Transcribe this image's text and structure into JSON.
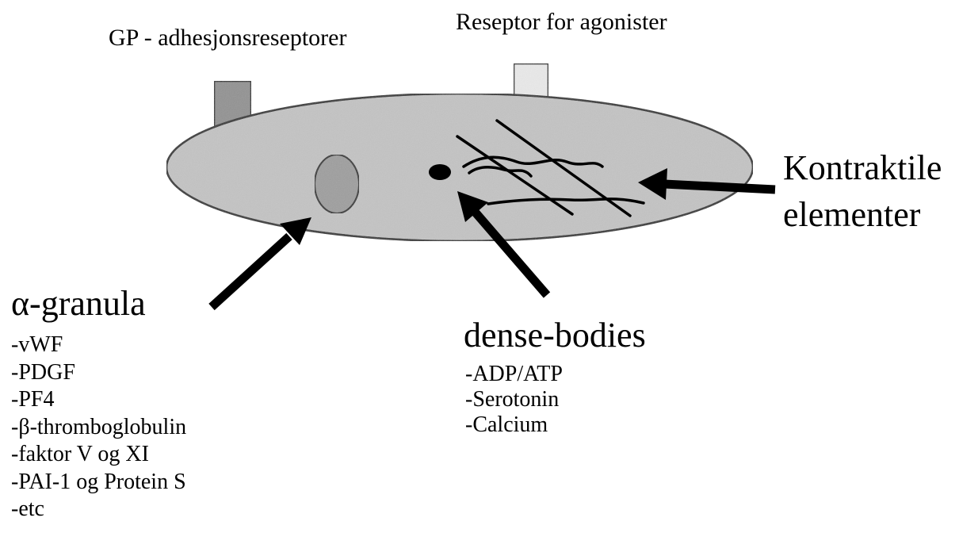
{
  "labels": {
    "gp_receptors": "GP - adhesjonsreseptorer",
    "agonist_receptor": "Reseptor for agonister",
    "contractile_line1": "Kontraktile",
    "contractile_line2": "elementer",
    "alpha_granula": "α-granula",
    "dense_bodies": "dense-bodies"
  },
  "alpha_granula_items": [
    "-vWF",
    "-PDGF",
    "-PF4",
    "-β-thromboglobulin",
    "-faktor V og XI",
    "-PAI-1 og Protein S",
    "-etc"
  ],
  "dense_body_items": [
    "-ADP/ATP",
    "-Serotonin",
    "-Calcium"
  ],
  "colors": {
    "platelet_fill": "#c4c4c4",
    "gp_receptor_fill": "#8f8f8f",
    "agonist_receptor_fill": "#ececec",
    "granula_fill": "#9c9c9c",
    "dense_body_fill": "#000000",
    "stroke": "#000000"
  }
}
